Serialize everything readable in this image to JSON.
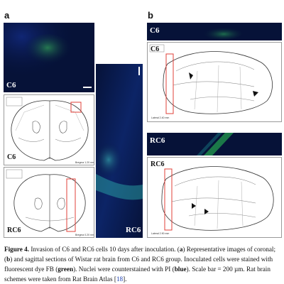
{
  "panel_letters": {
    "a": "a",
    "b": "b"
  },
  "top_line": "",
  "panel_a": {
    "micro_top_label": "C6",
    "micro_tall_label": "RC6",
    "scheme_coronal_top": {
      "label": "C6",
      "bregma": "Bregma 1.20 mm"
    },
    "scheme_coronal_bottom": {
      "label": "RC6",
      "bregma": "Bregma 0.20 mm"
    }
  },
  "panel_b": {
    "micro_c6_label": "C6",
    "scheme_c6": {
      "label": "C6",
      "lateral": "Lateral 2.40 mm"
    },
    "micro_rc6_label": "RC6",
    "scheme_rc6": {
      "label": "RC6",
      "lateral": "Lateral 2.90 mm"
    }
  },
  "caption": {
    "fig": "Figure 4.",
    "t1": " Invasion of C6 and RC6 cells 10 days after inoculation. (",
    "a": "a",
    "t2": ") Representative images of coronal;",
    "t3": "(",
    "b": "b",
    "t4": ") and sagittal sections of Wistar rat brain from C6 and RC6 group. Inoculated cells were stained with fluorescent dye FB (",
    "green": "green",
    "t5": "). Nuclei were counterstained with PI (",
    "blue": "blue",
    "t6": "). Scale bar = 200 µm. Rat brain schemes were taken from Rat Brain Atlas [",
    "ref": "18",
    "t7": "]."
  },
  "colors": {
    "background_micro": "#061238",
    "green_signal": "#2ecc55",
    "red_box": "#e0403a"
  }
}
